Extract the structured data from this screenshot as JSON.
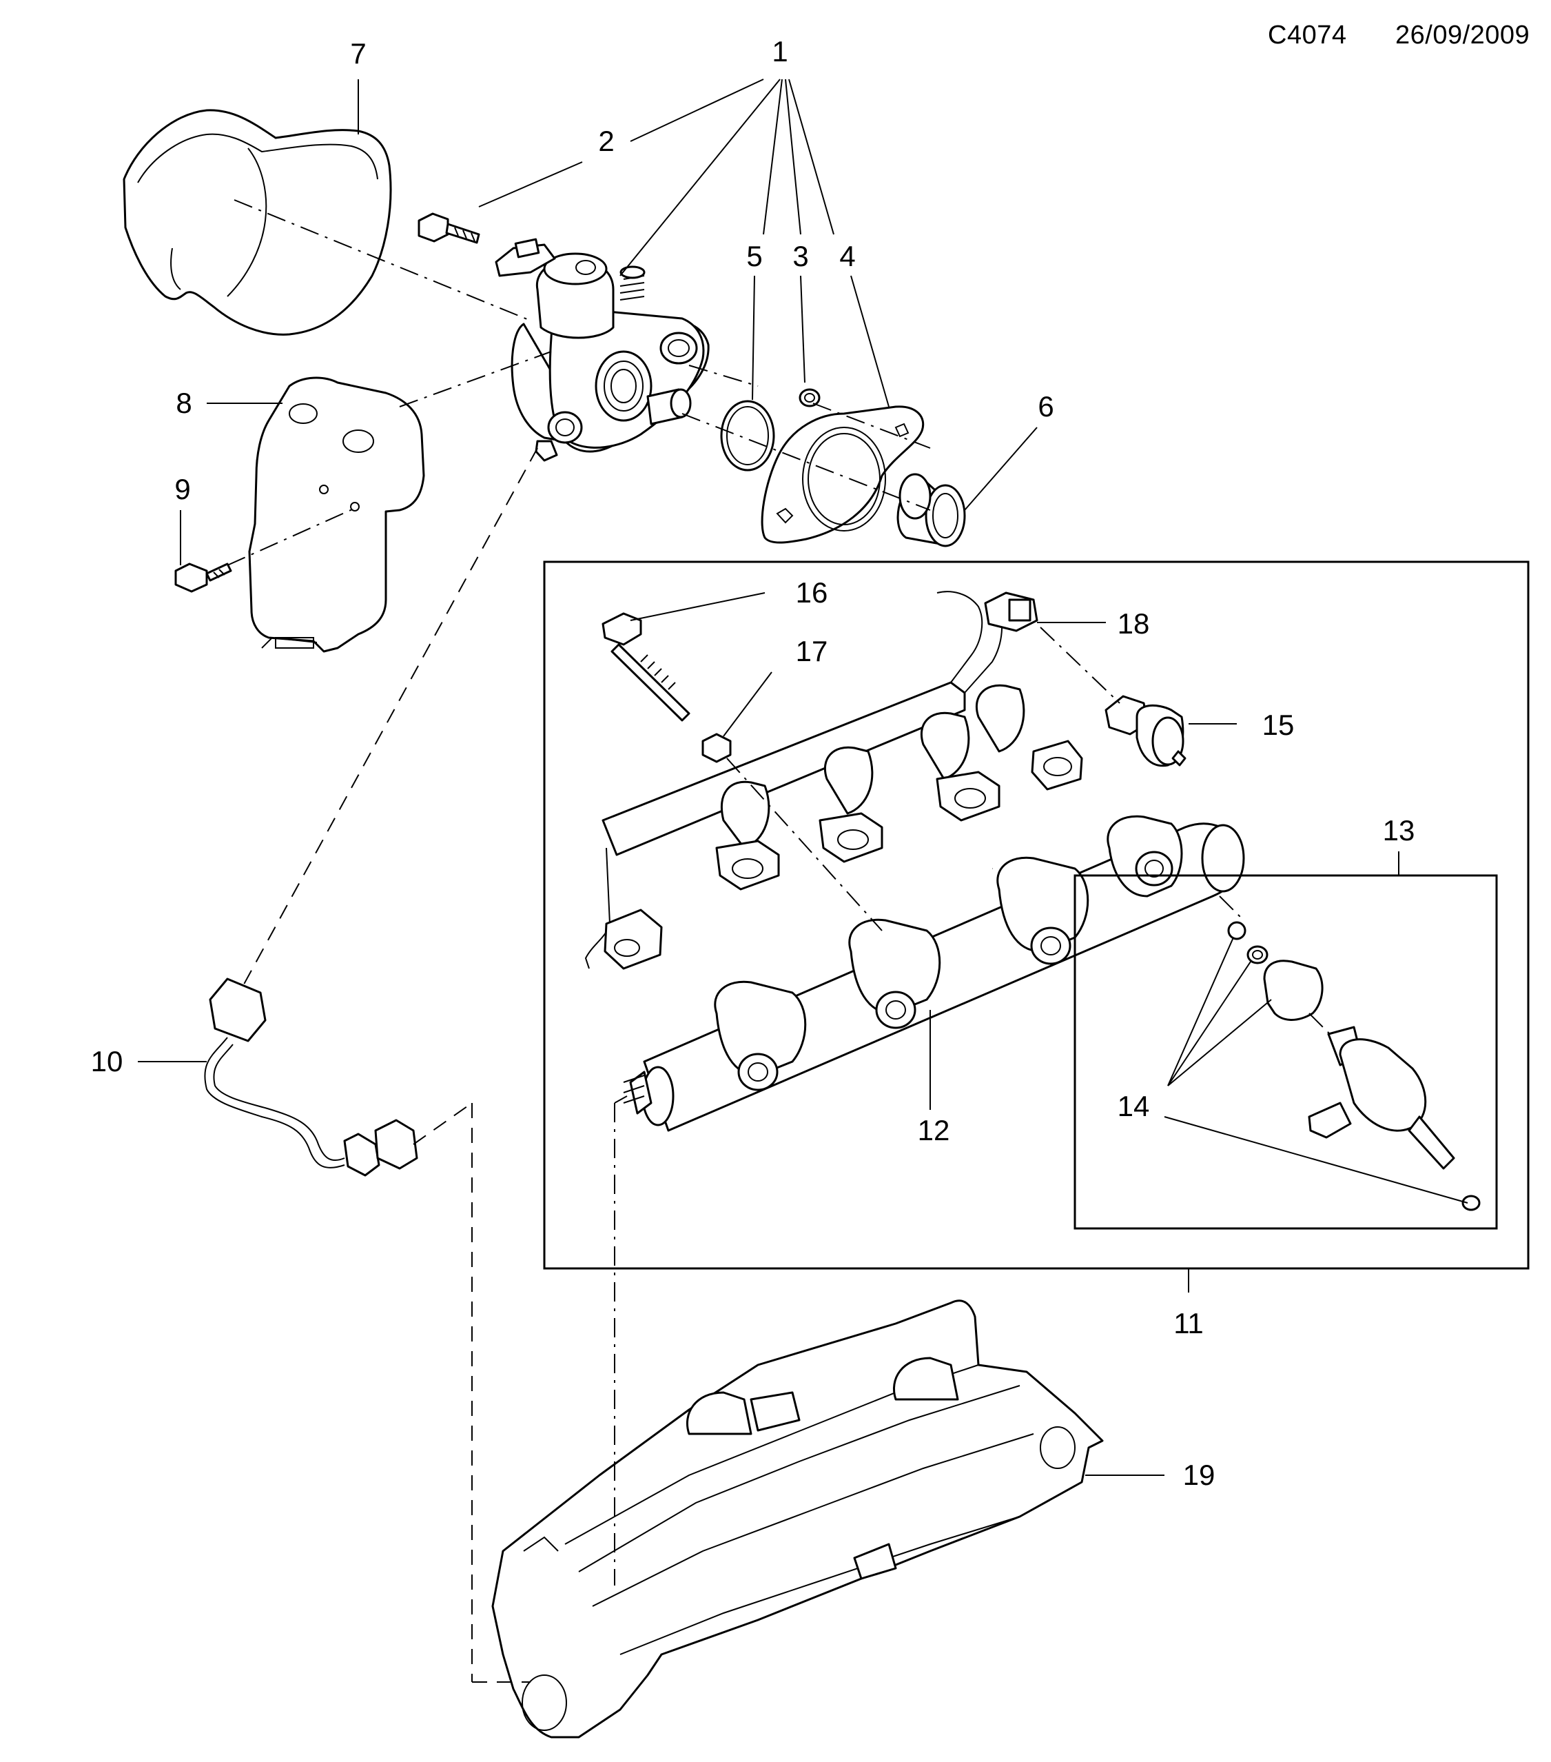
{
  "header": {
    "ref": "C4074",
    "date": "26/09/2009"
  },
  "callouts": [
    {
      "id": "c1",
      "label": "1"
    },
    {
      "id": "c2",
      "label": "2"
    },
    {
      "id": "c3",
      "label": "3"
    },
    {
      "id": "c4",
      "label": "4"
    },
    {
      "id": "c5",
      "label": "5"
    },
    {
      "id": "c6",
      "label": "6"
    },
    {
      "id": "c7",
      "label": "7"
    },
    {
      "id": "c8",
      "label": "8"
    },
    {
      "id": "c9",
      "label": "9"
    },
    {
      "id": "c10",
      "label": "10"
    },
    {
      "id": "c11",
      "label": "11"
    },
    {
      "id": "c12",
      "label": "12"
    },
    {
      "id": "c13",
      "label": "13"
    },
    {
      "id": "c14",
      "label": "14"
    },
    {
      "id": "c15",
      "label": "15"
    },
    {
      "id": "c16",
      "label": "16"
    },
    {
      "id": "c17",
      "label": "17"
    },
    {
      "id": "c18",
      "label": "18"
    },
    {
      "id": "c19",
      "label": "19"
    }
  ]
}
